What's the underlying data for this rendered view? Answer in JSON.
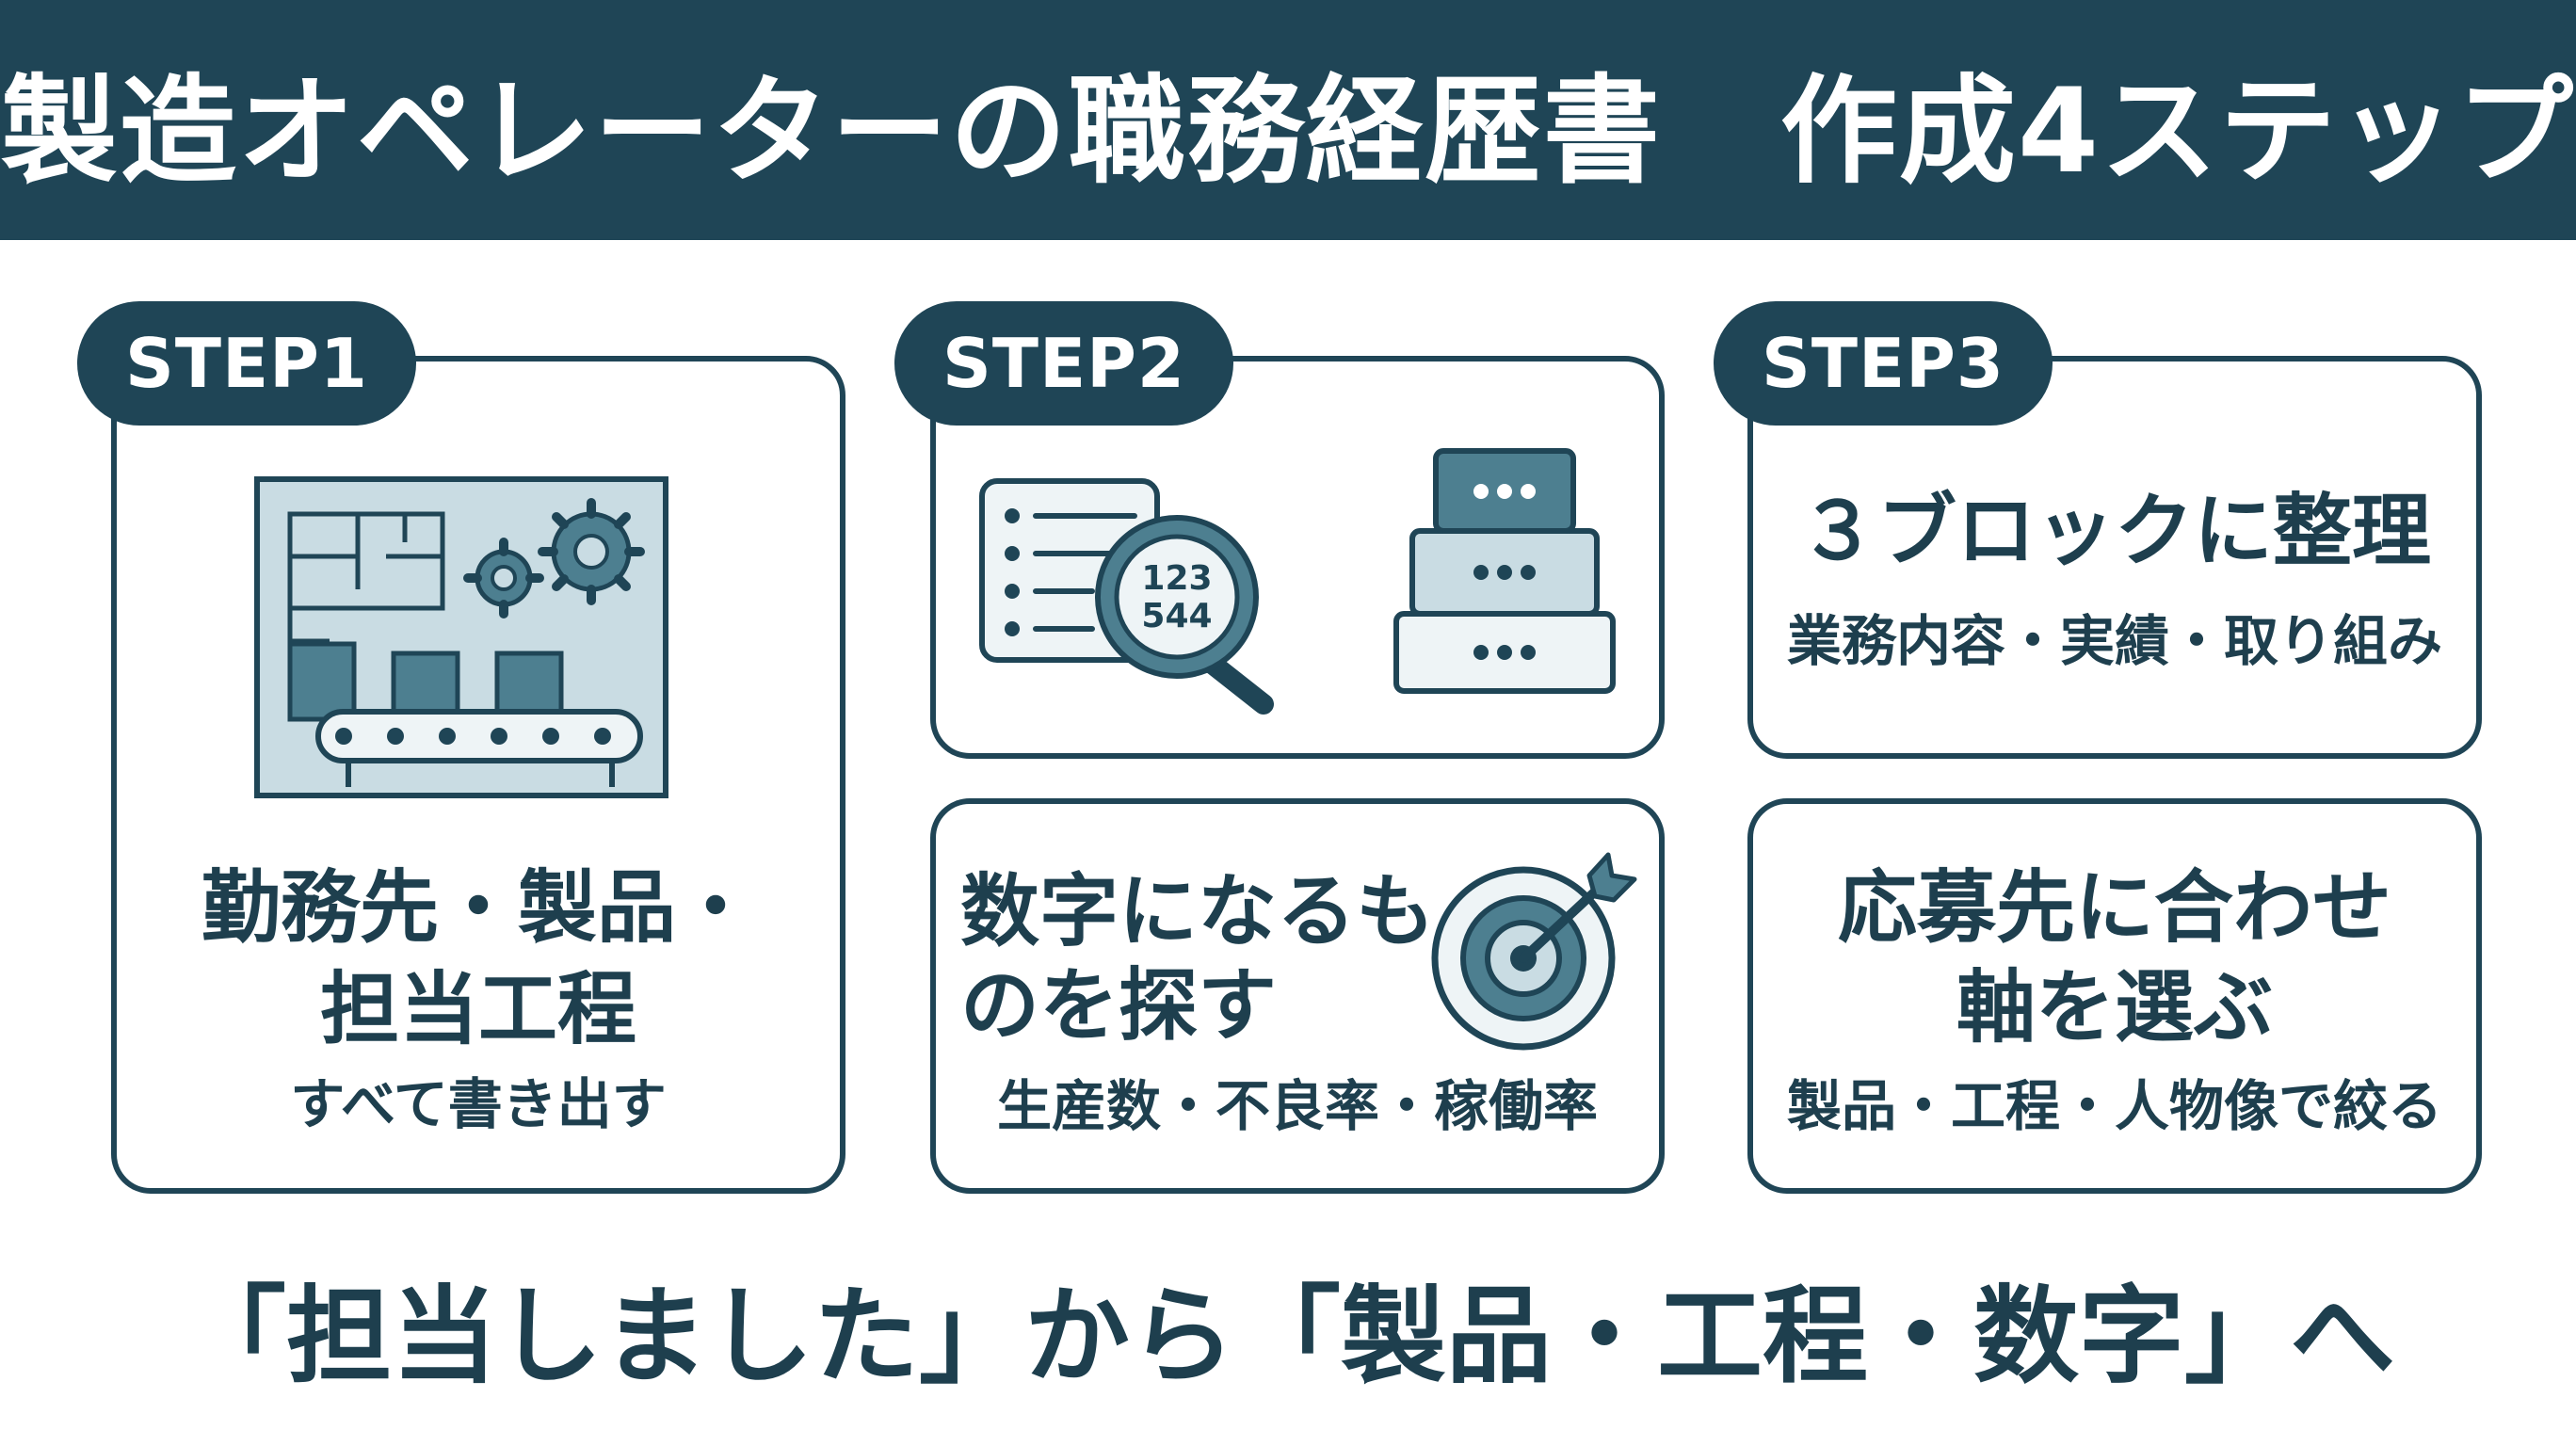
{
  "title": "製造オペレーターの職務経歴書　作成4ステップ",
  "steps": {
    "step1": {
      "label": "STEP1",
      "heading_line1": "勤務先・製品・",
      "heading_line2": "担当工程",
      "sub": "すべて書き出す"
    },
    "step2": {
      "label": "STEP2",
      "magnifier_line1": "123",
      "magnifier_line2": "544",
      "heading_line1": "数字になるも",
      "heading_line2": "のを探す",
      "sub": "生産数・不良率・稼働率"
    },
    "step3": {
      "label": "STEP3",
      "heading": "３ブロックに整理",
      "sub": "業務内容・実績・取り組み"
    },
    "step4": {
      "heading_line1": "応募先に合わせ",
      "heading_line2": "軸を選ぶ",
      "sub": "製品・工程・人物像で絞る"
    }
  },
  "footer": "「担当しました」から「製品・工程・数字」へ",
  "icons": {
    "step1": "factory-floor-plan-conveyor-icon",
    "step2_left": "list-magnifier-icon",
    "step2_right": "stacked-blocks-icon",
    "step2_target": "target-arrow-icon"
  },
  "colors": {
    "primary": "#1f4556",
    "accent": "#4d7f90",
    "light": "#c9dce3",
    "bg": "#ffffff"
  }
}
